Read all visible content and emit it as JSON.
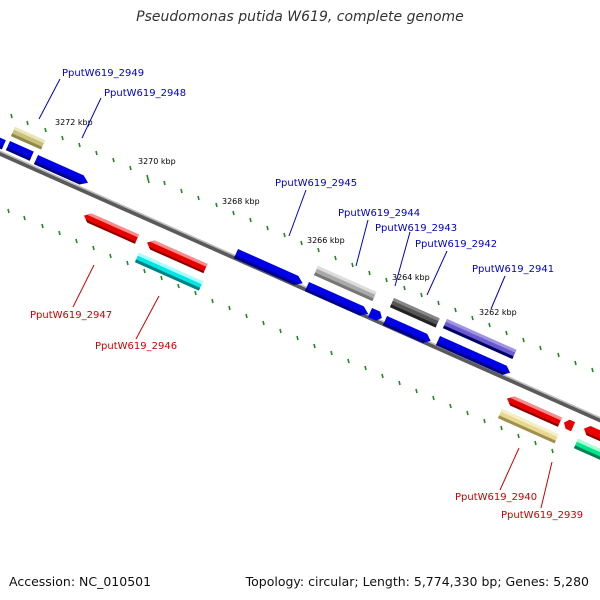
{
  "title": "Pseudomonas putida W619, complete genome",
  "accession_text": "Accession: NC_010501",
  "summary_text": "Topology: circular; Length: 5,774,330 bp; Genes: 5,280",
  "colors": {
    "backbone": "#7f7f7f",
    "forward_label": "#0000cc",
    "reverse_label": "#cc0000",
    "tick": "#228b22"
  },
  "ruler_labels": [
    "3272 kbp",
    "3270 kbp",
    "3268 kbp",
    "3266 kbp",
    "3264 kbp",
    "3262 kbp"
  ],
  "genes_forward": [
    {
      "label": "PputW619_2949",
      "color": "#c8c07a"
    },
    {
      "label": "PputW619_2948",
      "color": "#0000e6"
    },
    {
      "label": "PputW619_2945",
      "color": "#0000e6"
    },
    {
      "label": "PputW619_2944",
      "color": "#0000e6"
    },
    {
      "label": "PputW619_2943",
      "color": "#aaaaaa"
    },
    {
      "label": "PputW619_2942",
      "color": "#555555"
    },
    {
      "label": "PputW619_2941",
      "color": "#6a5acd"
    }
  ],
  "genes_reverse": [
    {
      "label": "PputW619_2947",
      "color": "#e60000"
    },
    {
      "label": "PputW619_2946",
      "color": "#00e5e5"
    },
    {
      "label": "PputW619_2940",
      "color": "#e8d890"
    },
    {
      "label": "PputW619_2939",
      "color": "#e60000"
    }
  ]
}
